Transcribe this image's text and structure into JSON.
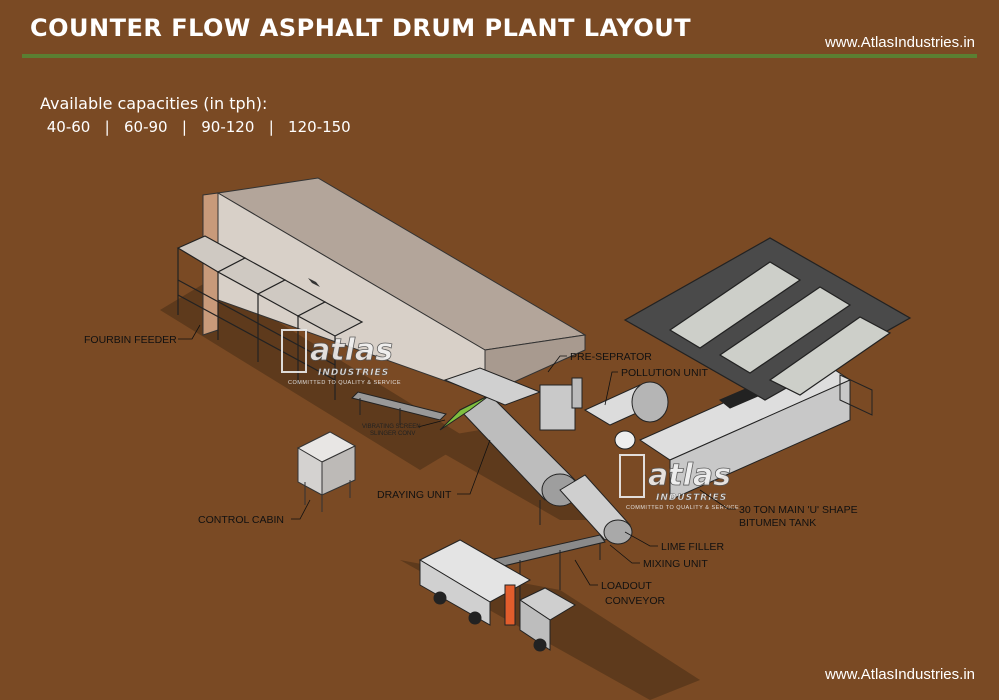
{
  "header": {
    "title": "COUNTER FLOW ASPHALT DRUM PLANT LAYOUT",
    "website": "www.AtlasIndustries.in"
  },
  "capacities": {
    "heading": "Available capacities (in tph):",
    "values_line": " 40-60   |   60-90   |   90-120   |   120-150"
  },
  "footer": {
    "website": "www.AtlasIndustries.in"
  },
  "logo": {
    "name": "atlas",
    "subtitle": "INDUSTRIES",
    "tagline": "COMMITTED TO QUALITY & SERVICE"
  },
  "labels": {
    "fourbin_feeder": "FOURBIN FEEDER",
    "vibrating_screen_1": "VIBRATING SCREEN",
    "vibrating_screen_2": "SLINGER CONV",
    "pre_separator": "PRE-SEPRATOR",
    "pollution_unit": "POLLUTION UNIT",
    "control_cabin": "CONTROL CABIN",
    "drying_unit": "DRAYING UNIT",
    "bitumen_tank_1": "30 TON MAIN 'U' SHAPE",
    "bitumen_tank_2": "BITUMEN TANK",
    "lime_filler": "LIME FILLER",
    "mixing_unit": "MIXING UNIT",
    "loadout_conveyor_1": "LOADOUT",
    "loadout_conveyor_2": "CONVEYOR"
  },
  "colors": {
    "background": "#7a4a24",
    "rule": "#5a7f32",
    "text": "#ffffff"
  }
}
